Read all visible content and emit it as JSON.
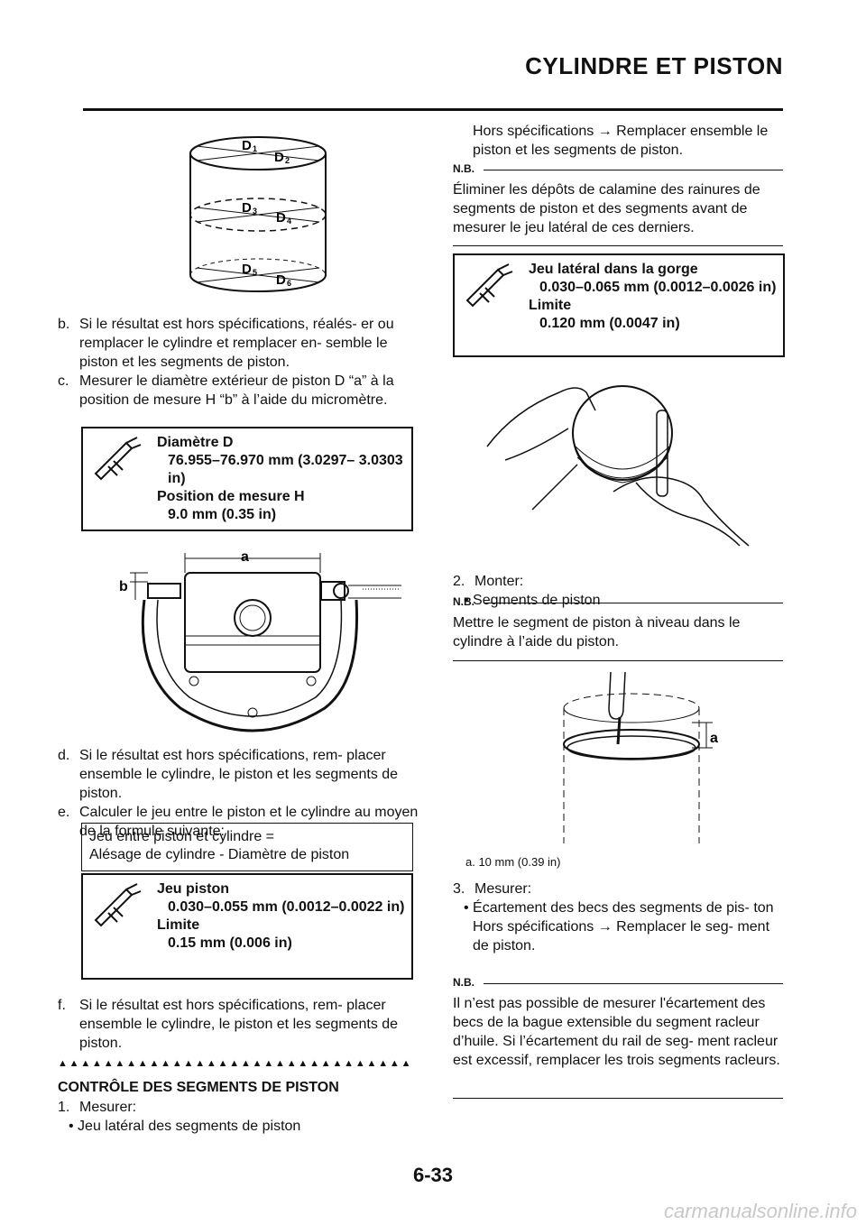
{
  "header": {
    "title": "CYLINDRE ET PISTON"
  },
  "figures": {
    "cylinder_labels": [
      "D",
      "1",
      "D",
      "2",
      "D",
      "3",
      "D",
      "4",
      "D",
      "5",
      "D",
      "6"
    ],
    "piston_label_a": "a",
    "piston_label_b": "b",
    "ring_label_a": "a",
    "ring_caption": "a.  10 mm (0.39 in)"
  },
  "left": {
    "item_b_label": "b.",
    "item_b_text": "Si le résultat est hors spécifications, réalés- er ou remplacer le cylindre et remplacer en- semble le piston et les segments de piston.",
    "item_c_label": "c.",
    "item_c_text": "Mesurer le diamètre extérieur de piston D “a” à la position de mesure H “b” à l’aide du micromètre.",
    "spec1": {
      "title1": "Diamètre D",
      "value1": "76.955–76.970 mm (3.0297– 3.0303 in)",
      "title2": "Position de mesure H",
      "value2": "9.0 mm (0.35 in)"
    },
    "item_d_label": "d.",
    "item_d_text": "Si le résultat est hors spécifications, rem- placer ensemble le cylindre, le piston et les segments de piston.",
    "item_e_label": "e.",
    "item_e_text": "Calculer le jeu entre le piston et le cylindre au moyen de la formule suivante:",
    "formula_line1": "Jeu entre piston et cylindre =",
    "formula_line2": "Alésage de cylindre - Diamètre de piston",
    "spec2": {
      "title1": "Jeu piston",
      "value1": "0.030–0.055 mm (0.0012–0.0022 in)",
      "title2": "Limite",
      "value2": "0.15 mm (0.006 in)"
    },
    "item_f_label": "f.",
    "item_f_text": "Si le résultat est hors spécifications, rem- placer ensemble le cylindre, le piston et les segments de piston.",
    "triangles": "▲▲▲▲▲▲▲▲▲▲▲▲▲▲▲▲▲▲▲▲▲▲▲▲▲▲▲▲▲▲▲",
    "section_title": "CONTRÔLE DES SEGMENTS DE PISTON",
    "step1_label": "1.",
    "step1_text": "Mesurer:",
    "step1_bullet": "• Jeu latéral des segments de piston"
  },
  "right": {
    "hors_spec_text": "Hors spécifications → Remplacer ensemble le piston et les segments de piston.",
    "nb1_label": "N.B.",
    "nb1_text": "Éliminer les dépôts de calamine des rainures de segments de piston et des segments avant de mesurer le jeu latéral de ces derniers.",
    "spec3": {
      "title1": "Jeu latéral dans la gorge",
      "value1": "0.030–0.065 mm (0.0012–0.0026 in)",
      "title2": "Limite",
      "value2": "0.120 mm (0.0047 in)"
    },
    "step2_label": "2.",
    "step2_text": "Monter:",
    "step2_bullet": "• Segments de piston",
    "nb2_label": "N.B.",
    "nb2_text": "Mettre le segment de piston à niveau dans le cylindre à l’aide du piston.",
    "step3_label": "3.",
    "step3_text": "Mesurer:",
    "step3_bullet": "• Écartement des becs des segments de pis- ton",
    "step3_spec": "Hors spécifications → Remplacer le seg- ment de piston.",
    "nb3_label": "N.B.",
    "nb3_text": "Il n’est pas possible de mesurer l'écartement des becs de la bague extensible du segment racleur d’huile. Si l’écartement du rail de seg- ment racleur est excessif, remplacer les trois segments racleurs."
  },
  "footer": {
    "page_number": "6-33",
    "watermark": "carmanualsonline.info"
  }
}
